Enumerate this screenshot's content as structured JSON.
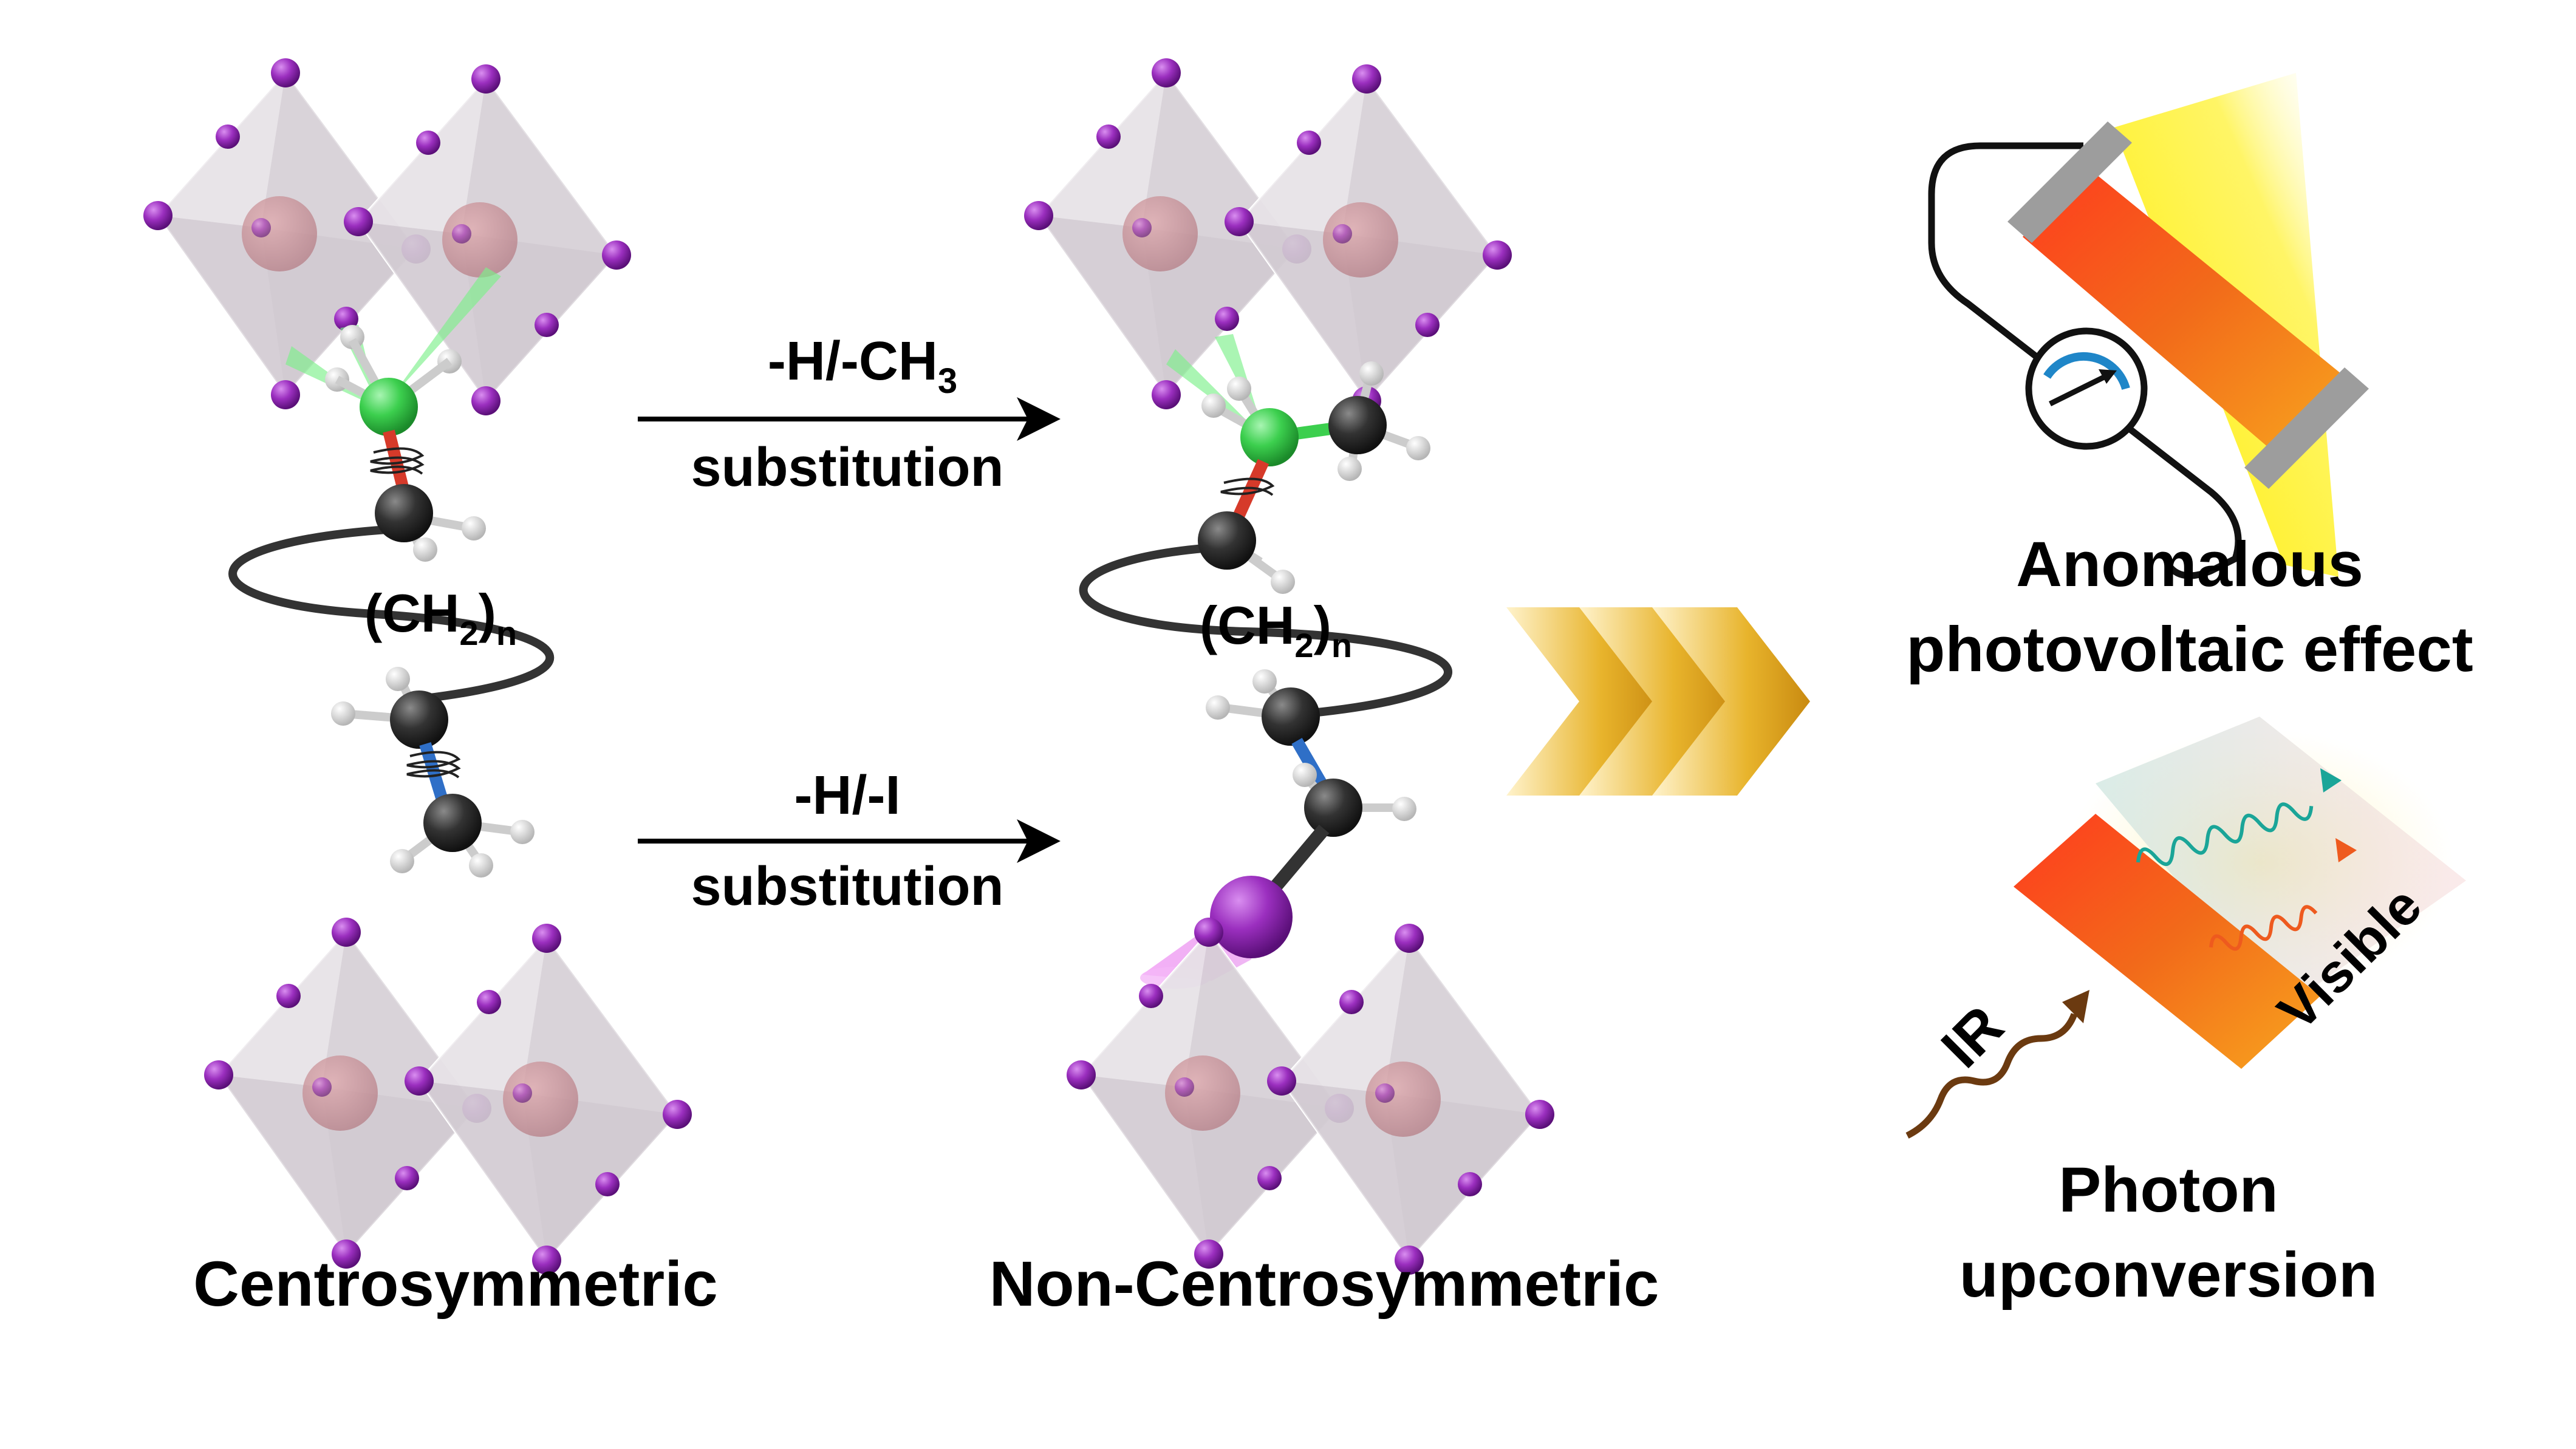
{
  "left_panel": {
    "title": "Centrosymmetric",
    "chain_label": "(CH",
    "chain_sub_2": "2",
    "chain_close": ")",
    "chain_sub_n": "n"
  },
  "middle_panel": {
    "title": "Non-Centrosymmetric",
    "chain_label": "(CH",
    "chain_sub_2": "2",
    "chain_close": ")",
    "chain_sub_n": "n"
  },
  "arrows": {
    "top": {
      "line1": "-H/-CH",
      "line1_sub": "3",
      "line2": "substitution"
    },
    "bottom": {
      "line1": "-H/-I",
      "line2": "substitution"
    }
  },
  "effects": {
    "photovoltaic": {
      "line1": "Anomalous",
      "line2": "photovoltaic effect"
    },
    "upconversion": {
      "line1": "Photon",
      "line2": "upconversion",
      "input_label": "IR",
      "output_label": "Visible"
    }
  },
  "colors": {
    "octahedron": "#dcd6dc",
    "iodide": "#9b2fbf",
    "nitrogen": "#3ccf4e",
    "carbon": "#333333",
    "hydrogen": "#e4e4e4",
    "crystal_orange": "#f06a1a",
    "light_yellow": "#ffee00",
    "chevron_gold": "#e0a826",
    "teal_wave": "#1aa598",
    "orange_wave": "#ee5a1e",
    "ir_wave": "#6b3a10"
  },
  "icons": [
    "octahedron-icon",
    "ammeter-icon",
    "chevron-arrows-icon",
    "wavy-photon-icon"
  ]
}
